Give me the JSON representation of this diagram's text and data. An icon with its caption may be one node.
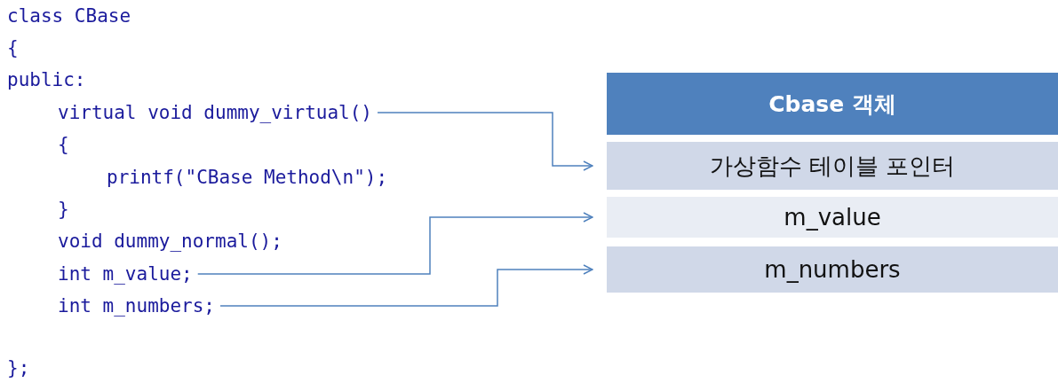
{
  "diagram": {
    "nodes": [
      {
        "text": [
          "virtual void dummy_virtual()"
        ]
      },
      {
        "text": [
          "int m_value;"
        ]
      },
      {
        "text": [
          "int m_numbers;"
        ]
      },
      {
        "text": [
          "Cbase 객체"
        ]
      },
      {
        "text": [
          "가상함수 테이블 포인터"
        ]
      },
      {
        "text": [
          "m_value"
        ]
      },
      {
        "text": [
          "m_numbers"
        ]
      }
    ],
    "edges": [
      {
        "from": 0,
        "to": 4,
        "arrow": "to"
      },
      {
        "from": 1,
        "to": 5,
        "arrow": "to"
      },
      {
        "from": 2,
        "to": 6,
        "arrow": "to"
      }
    ],
    "labels": [
      "class CBase",
      "{",
      "public:",
      "{",
      "printf(\"CBase Method\\n\");",
      "}",
      "void dummy_normal();",
      "};"
    ]
  }
}
